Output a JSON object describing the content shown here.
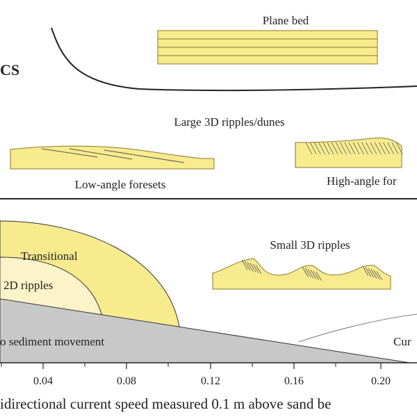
{
  "colors": {
    "sand_fill": "#F7EB8E",
    "transitional_fill": "#F7EB8E",
    "ripples_2d_fill": "#FBF4C8",
    "no_movement_fill": "#C8C8C8",
    "line": "#222222",
    "outline": "#8A7A2A"
  },
  "labels": {
    "partial_left_heading": "CS",
    "plane_bed": "Plane bed",
    "large_3d": "Large 3D ripples/dunes",
    "low_angle": "Low-angle foresets",
    "high_angle": "High-angle for",
    "transitional": "Transitional",
    "ripples_2d": "2D ripples",
    "small_3d": "Small 3D ripples",
    "no_movement": "o sediment movement",
    "cur": "Cur",
    "x_axis": "idirectional current speed measured 0.1 m above sand be"
  },
  "x_ticks": [
    "0.04",
    "0.08",
    "0.12",
    "0.16",
    "0.20"
  ]
}
